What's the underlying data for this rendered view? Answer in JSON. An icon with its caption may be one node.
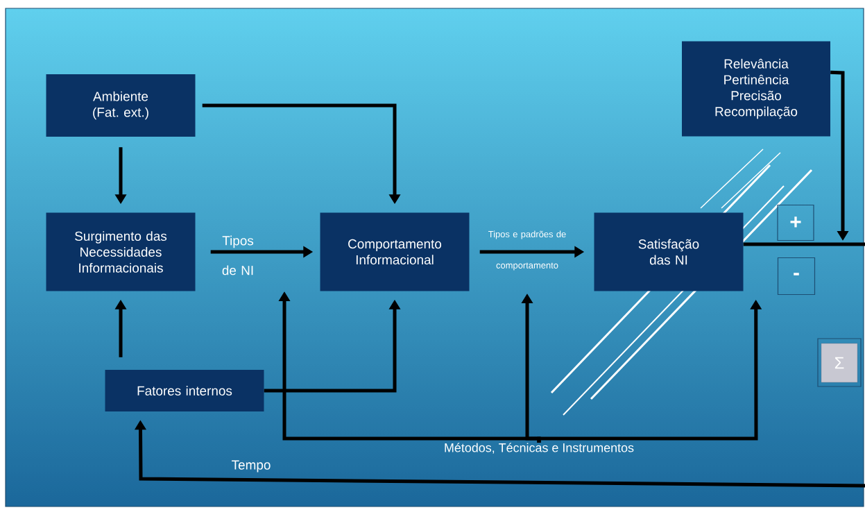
{
  "diagram": {
    "nodes": [
      {
        "text": [
          "Ambiente (Fat. ext.)"
        ]
      },
      {
        "text": [
          "Relevância Pertinência Precisão Recompilação"
        ]
      },
      {
        "text": [
          "Surgimento das Necessidades Informacionais"
        ]
      },
      {
        "text": [
          "Comportamento Informacional"
        ]
      },
      {
        "text": [
          "Satisfação das NI"
        ]
      },
      {
        "text": [
          "+"
        ]
      },
      {
        "text": [
          "-"
        ]
      },
      {
        "text": [
          "Σ"
        ]
      },
      {
        "text": [
          "Fatores internos"
        ]
      },
      {
        "text": [
          "Métodos, Técnicas e Instrumentos"
        ]
      }
    ],
    "edges": [
      {
        "from": 0,
        "to": 2,
        "arrow": "to"
      },
      {
        "from": 0,
        "to": 3,
        "arrow": "to"
      },
      {
        "from": 2,
        "to": 3,
        "arrow": "to",
        "label": "Tipos de NI"
      },
      {
        "from": 3,
        "to": 4,
        "arrow": "to",
        "label": "Tipos e padrões de comportamento"
      },
      {
        "from": 8,
        "to": 2,
        "arrow": "to"
      },
      {
        "from": 8,
        "to": 3,
        "arrow": "to"
      },
      {
        "from": 9,
        "to": null,
        "arrow": "to"
      },
      {
        "from": 9,
        "to": null,
        "arrow": "to"
      },
      {
        "from": 9,
        "to": 4,
        "arrow": "to"
      },
      {
        "from": 4,
        "to": null,
        "arrow": "none"
      },
      {
        "from": 1,
        "to": null,
        "arrow": "to"
      },
      {
        "from": null,
        "to": 8,
        "arrow": "to",
        "label": "Tempo"
      }
    ]
  }
}
